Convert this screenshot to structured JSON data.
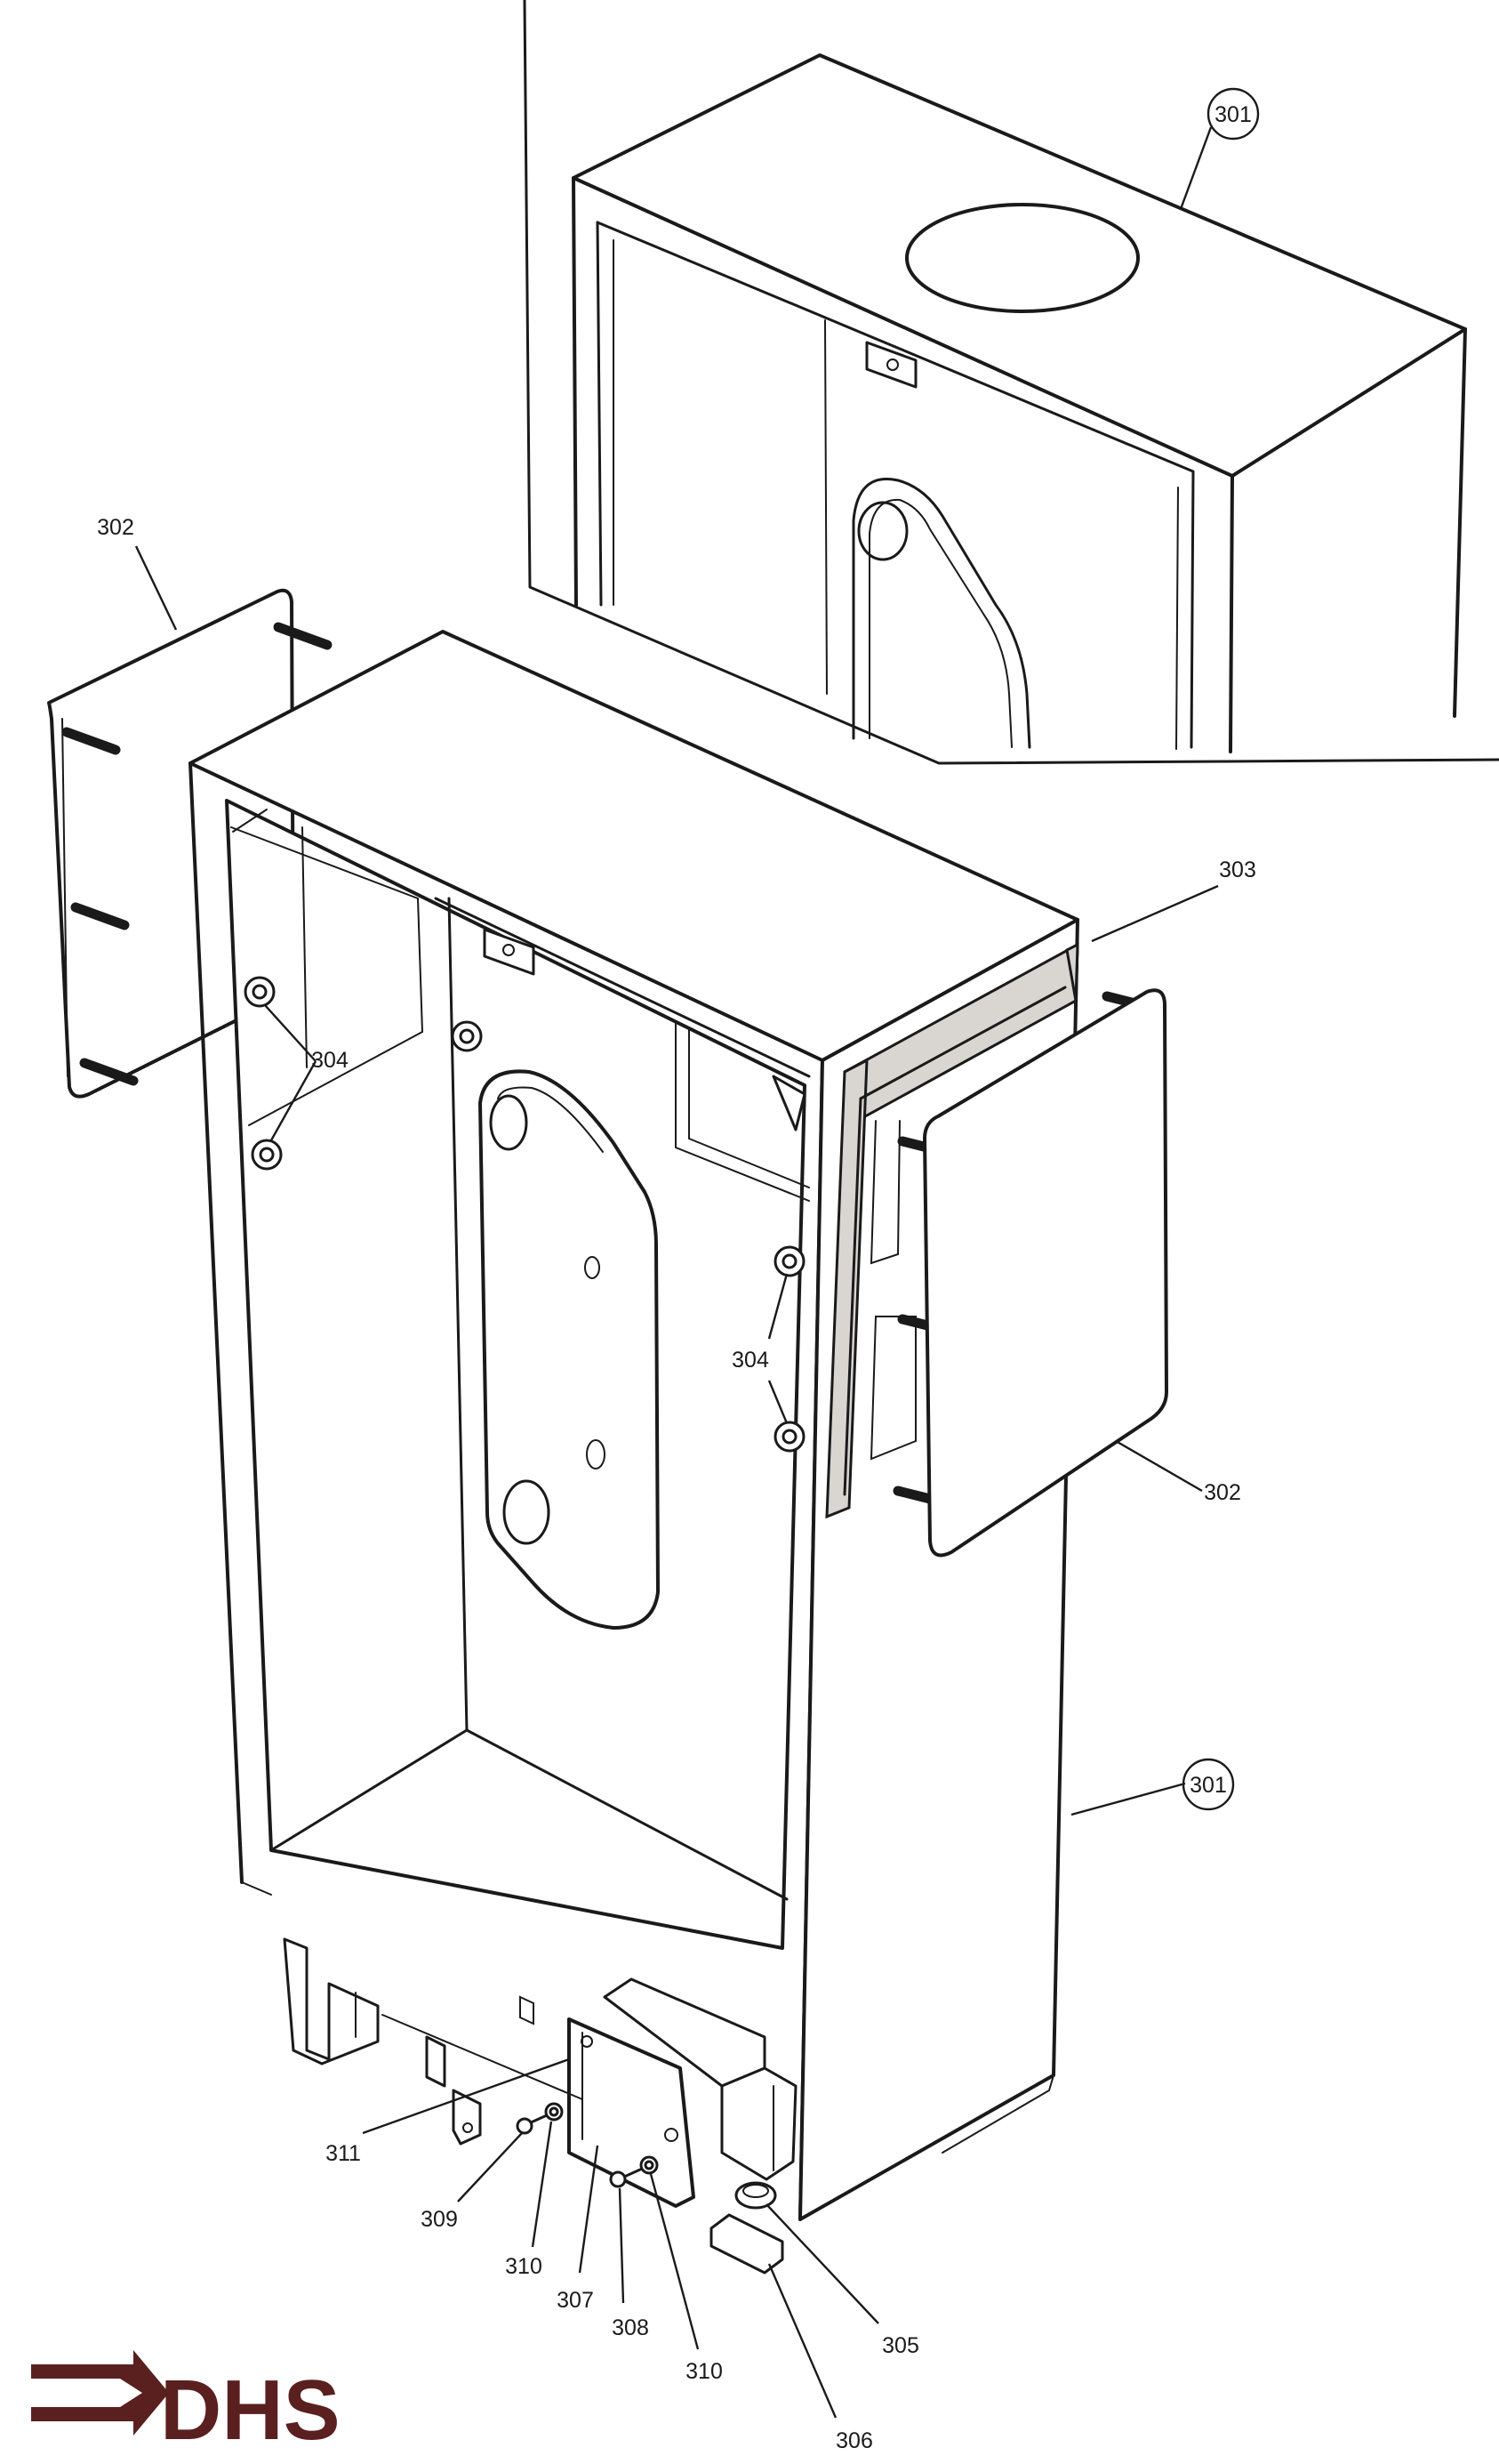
{
  "diagram": {
    "callouts": [
      {
        "label": "301"
      },
      {
        "label": "302"
      },
      {
        "label": "303"
      },
      {
        "label": "302"
      },
      {
        "label": "304"
      },
      {
        "label": "304"
      },
      {
        "label": "301"
      },
      {
        "label": "311"
      },
      {
        "label": "309"
      },
      {
        "label": "310"
      },
      {
        "label": "307"
      },
      {
        "label": "308"
      },
      {
        "label": "310"
      },
      {
        "label": "305"
      },
      {
        "label": "306"
      }
    ]
  },
  "logo": {
    "text": "DHS",
    "color": "#5a1f1f"
  },
  "colors": {
    "line": "#1a1a1a",
    "gasket": "#d9d6d2"
  }
}
